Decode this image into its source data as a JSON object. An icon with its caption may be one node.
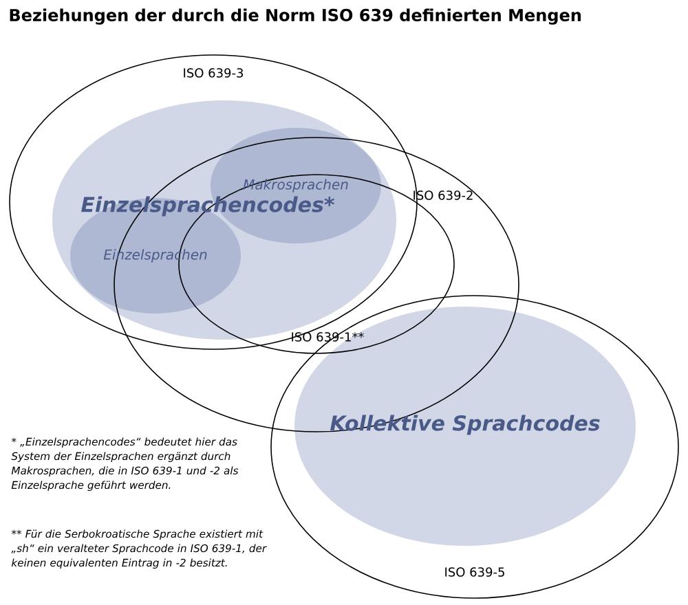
{
  "diagram": {
    "title": "Beziehungen der durch die Norm ISO 639 definierten Mengen",
    "nodes": [
      {
        "text": [
          "ISO 639-3"
        ]
      },
      {
        "text": [
          "Einzelsprachencodes*"
        ],
        "in": 0
      },
      {
        "text": [
          "Makrosprachen"
        ],
        "in": 1
      },
      {
        "text": [
          "Einzelsprachen"
        ],
        "in": 1
      },
      {
        "text": [
          "ISO 639-2"
        ]
      },
      {
        "text": [
          "ISO 639-1**"
        ],
        "in": 4
      },
      {
        "text": [
          "ISO 639-5"
        ]
      },
      {
        "text": [
          "Kollektive Sprachcodes"
        ],
        "in": 6
      }
    ],
    "labels": [
      "* „Einzelsprachencodes“ bedeutet hier das System der Einzelsprachen ergänzt durch Makrosprachen, die in ISO 639-1 und -2 als Einzelsprache geführt werden.",
      "** Für die Serbokroatische Sprache existiert mit „sh“ ein veralteter Sprachcode in ISO 639-1, der keinen equivalenten Eintrag in -2 besitzt."
    ]
  }
}
